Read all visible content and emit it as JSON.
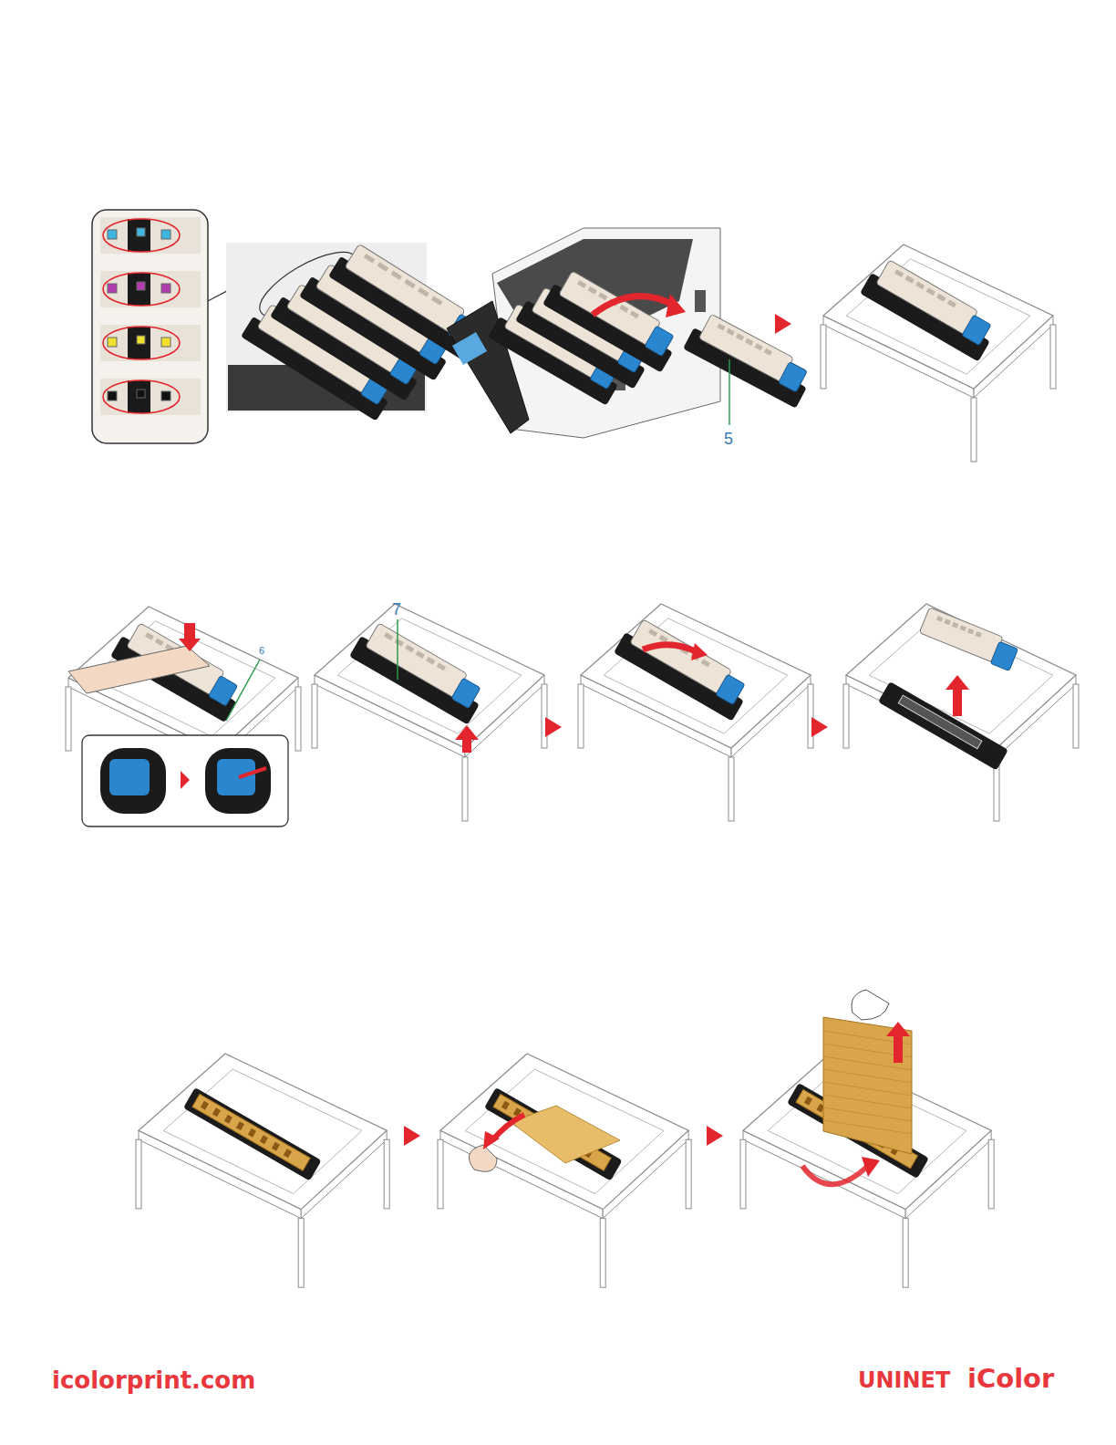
{
  "diagram": {
    "labels": [
      "5",
      "6",
      "7",
      "icolorprint.com",
      "UNINET",
      "iColor"
    ]
  }
}
